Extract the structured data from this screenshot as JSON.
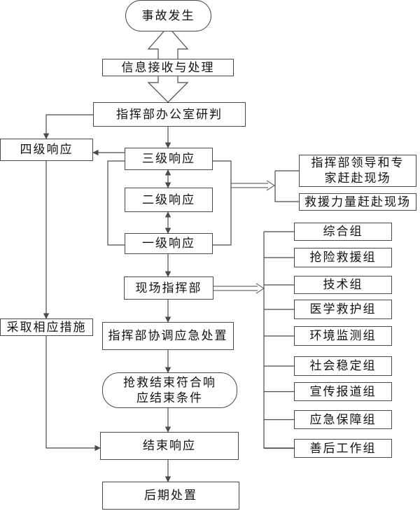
{
  "flow": {
    "start": "事故发生",
    "info": "信息接收与处理",
    "judge": "指挥部办公室研判",
    "level4": "四级响应",
    "level3": "三级响应",
    "level2": "二级响应",
    "level1": "一级响应",
    "measures": "采取相应措施",
    "leaders_line1": "指挥部领导和专",
    "leaders_line2": "家赶赴现场",
    "rescue_force": "救援力量赶赴现场",
    "field_command": "现场指挥部",
    "coordinate": "指挥部协调应急处置",
    "end_condition_line1": "抢救结束符合响",
    "end_condition_line2": "应结束条件",
    "end_response": "结束响应",
    "aftermath": "后期处置"
  },
  "groups": [
    "综合组",
    "抢险救援组",
    "技术组",
    "医学救护组",
    "环境监测组",
    "社会稳定组",
    "宣传报道组",
    "应急保障组",
    "善后工作组"
  ]
}
